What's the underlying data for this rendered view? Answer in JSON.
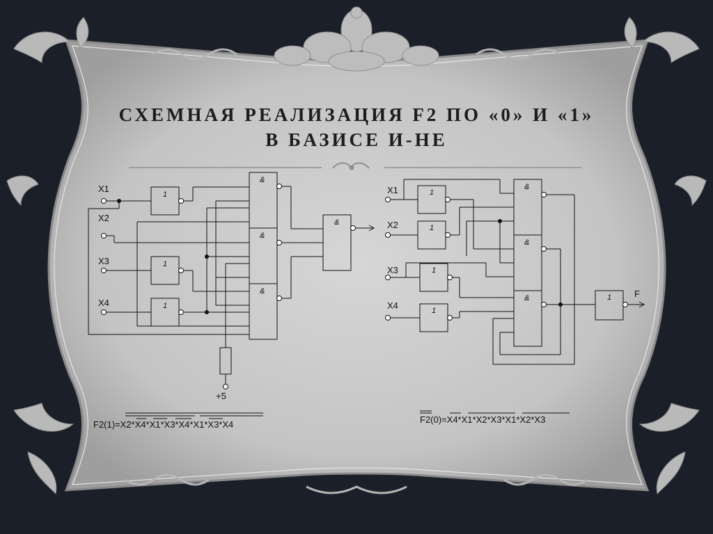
{
  "slide": {
    "title_line1": "СХЕМНАЯ РЕАЛИЗАЦИЯ F2 ПО «0» И «1»",
    "title_line2": "В БАЗИСЕ И-НЕ"
  },
  "left_circuit": {
    "inputs": [
      "X1",
      "X2",
      "X3",
      "X4"
    ],
    "not_symbol": "1",
    "and_symbol": "&",
    "power_label": "+5",
    "formula": "F2(1)=X2*X4*X1*X3*X4*X1*X3*X4"
  },
  "right_circuit": {
    "inputs": [
      "X1",
      "X2",
      "X3",
      "X4"
    ],
    "not_symbol": "1",
    "and_symbol": "&",
    "output_label": "F",
    "formula": "F2(0)=X4*X1*X2*X3*X1*X2*X3"
  },
  "colors": {
    "background": "#1b1f29",
    "frame_fill": "#c9c9c9",
    "ornament": "#b8b8b8",
    "line": "#111111"
  }
}
